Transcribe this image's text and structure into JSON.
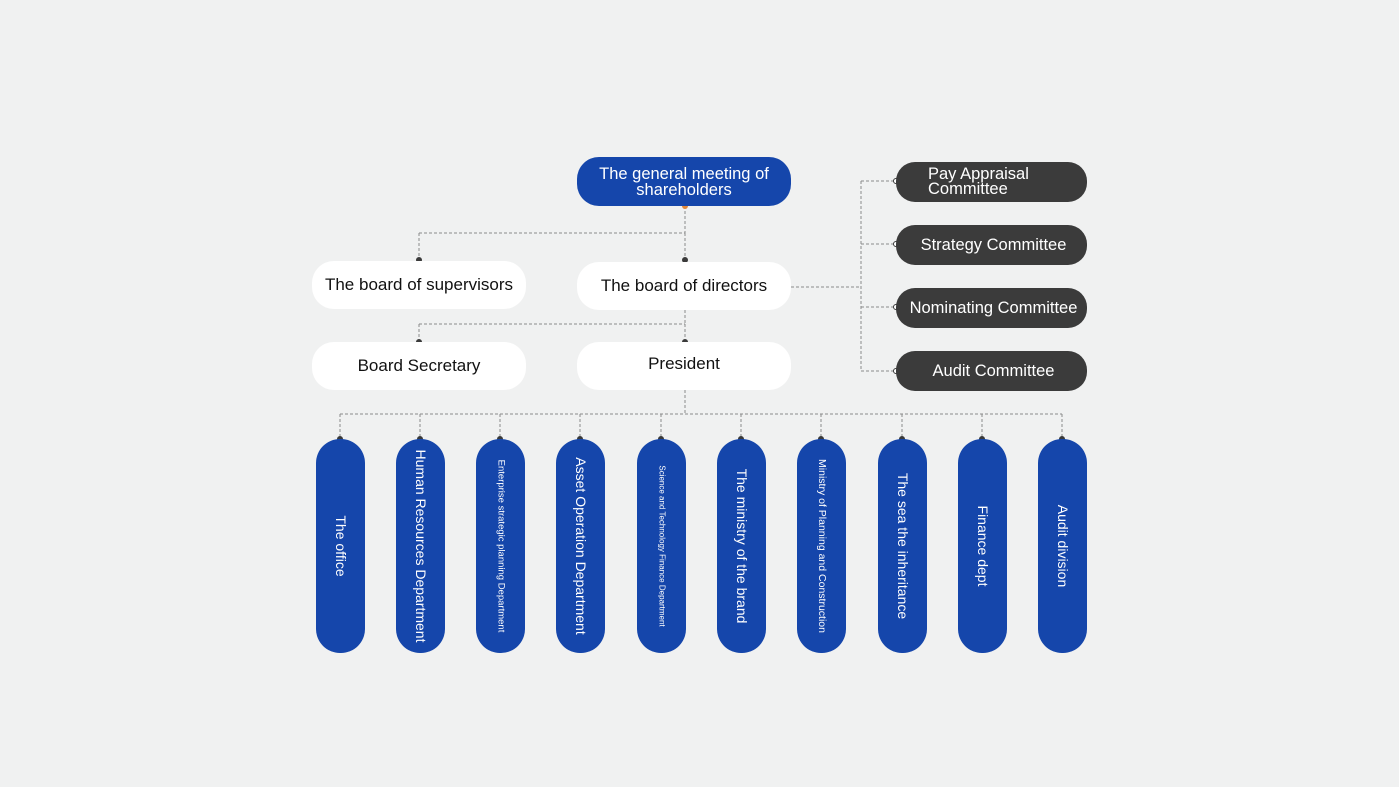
{
  "org_chart": {
    "general_meeting": "The general meeting of shareholders",
    "board_of_supervisors": "The board of supervisors",
    "board_of_directors": "The board of directors",
    "board_secretary": "Board Secretary",
    "president": "President",
    "committees": [
      "Pay Appraisal Committee",
      "Strategy Committee",
      "Nominating Committee",
      "Audit Committee"
    ],
    "departments": [
      "The office",
      "Human Resources Department",
      "Enterprise strategic planning Department",
      "Asset Operation Department",
      "Science and Technology Finance Department",
      "The ministry of the brand",
      "Ministry of Planning and Construction",
      "The sea the inheritance",
      "Finance dept",
      "Audit division"
    ]
  },
  "colors": {
    "background": "#f0f1f1",
    "primary_blue": "#1546ab",
    "committee_dark": "#3b3b3b",
    "connector": "#8a8a8a",
    "accent_dot": "#e0873a"
  }
}
